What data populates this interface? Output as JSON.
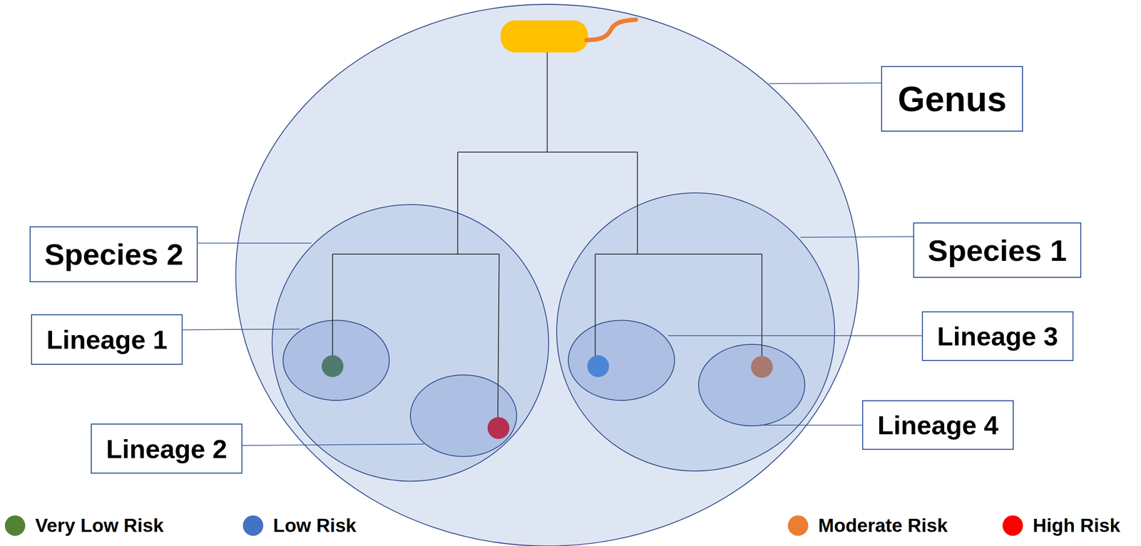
{
  "diagram": {
    "nodes": [
      {
        "text": [
          "Genus"
        ]
      },
      {
        "text": [
          "Species 2"
        ]
      },
      {
        "text": [
          "Species 1"
        ]
      },
      {
        "text": [
          "Lineage 1"
        ]
      },
      {
        "text": [
          "Lineage 3"
        ]
      },
      {
        "text": [
          "Lineage 2"
        ]
      },
      {
        "text": [
          "Lineage 4"
        ]
      }
    ],
    "legend": [
      {
        "text": "Very Low Risk",
        "color": "#548235"
      },
      {
        "text": "Low Risk",
        "color": "#4472c4"
      },
      {
        "text": "Moderate Risk",
        "color": "#ed7d31"
      },
      {
        "text": "High Risk",
        "color": "#ff0000"
      }
    ]
  }
}
